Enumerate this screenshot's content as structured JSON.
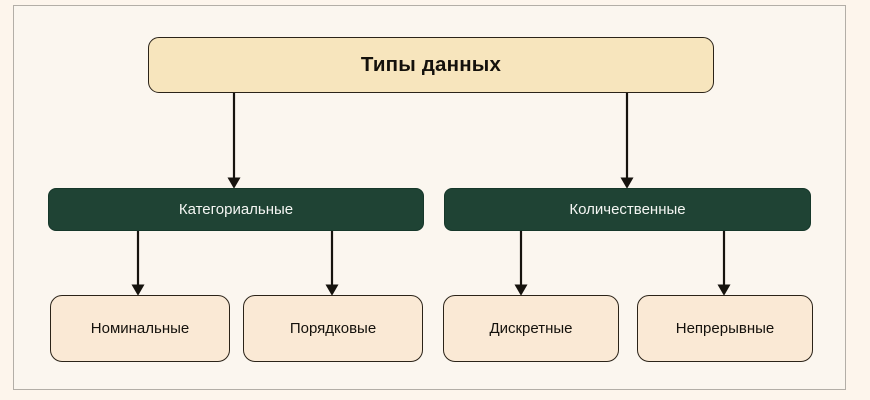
{
  "diagram": {
    "title_node": {
      "id": "root",
      "label": "Типы данных"
    },
    "branch_nodes": [
      {
        "id": "categorical",
        "label": "Категориальные"
      },
      {
        "id": "quantitative",
        "label": "Количественные"
      }
    ],
    "leaf_nodes": [
      {
        "id": "nominal",
        "label": "Номинальные",
        "parent": "categorical"
      },
      {
        "id": "ordinal",
        "label": "Порядковые",
        "parent": "categorical"
      },
      {
        "id": "discrete",
        "label": "Дискретные",
        "parent": "quantitative"
      },
      {
        "id": "continuous",
        "label": "Непрерывные",
        "parent": "quantitative"
      }
    ],
    "edges": [
      {
        "from": "root",
        "to": "categorical",
        "marker": "arrow-down"
      },
      {
        "from": "root",
        "to": "quantitative",
        "marker": "arrow-down"
      },
      {
        "from": "categorical",
        "to": "nominal",
        "marker": "arrow-down"
      },
      {
        "from": "categorical",
        "to": "ordinal",
        "marker": "arrow-down"
      },
      {
        "from": "quantitative",
        "to": "discrete",
        "marker": "arrow-down"
      },
      {
        "from": "quantitative",
        "to": "continuous",
        "marker": "arrow-down"
      }
    ],
    "colors": {
      "page_background": "#fdf5ec",
      "canvas_background": "#fbf6ef",
      "canvas_border": "#b3aea7",
      "root_fill": "#f7e5bd",
      "branch_fill": "#1f4334",
      "branch_text": "#f4f6f3",
      "leaf_fill": "#fae9d5",
      "node_border": "#2b2318",
      "connector": "#16130e"
    }
  }
}
